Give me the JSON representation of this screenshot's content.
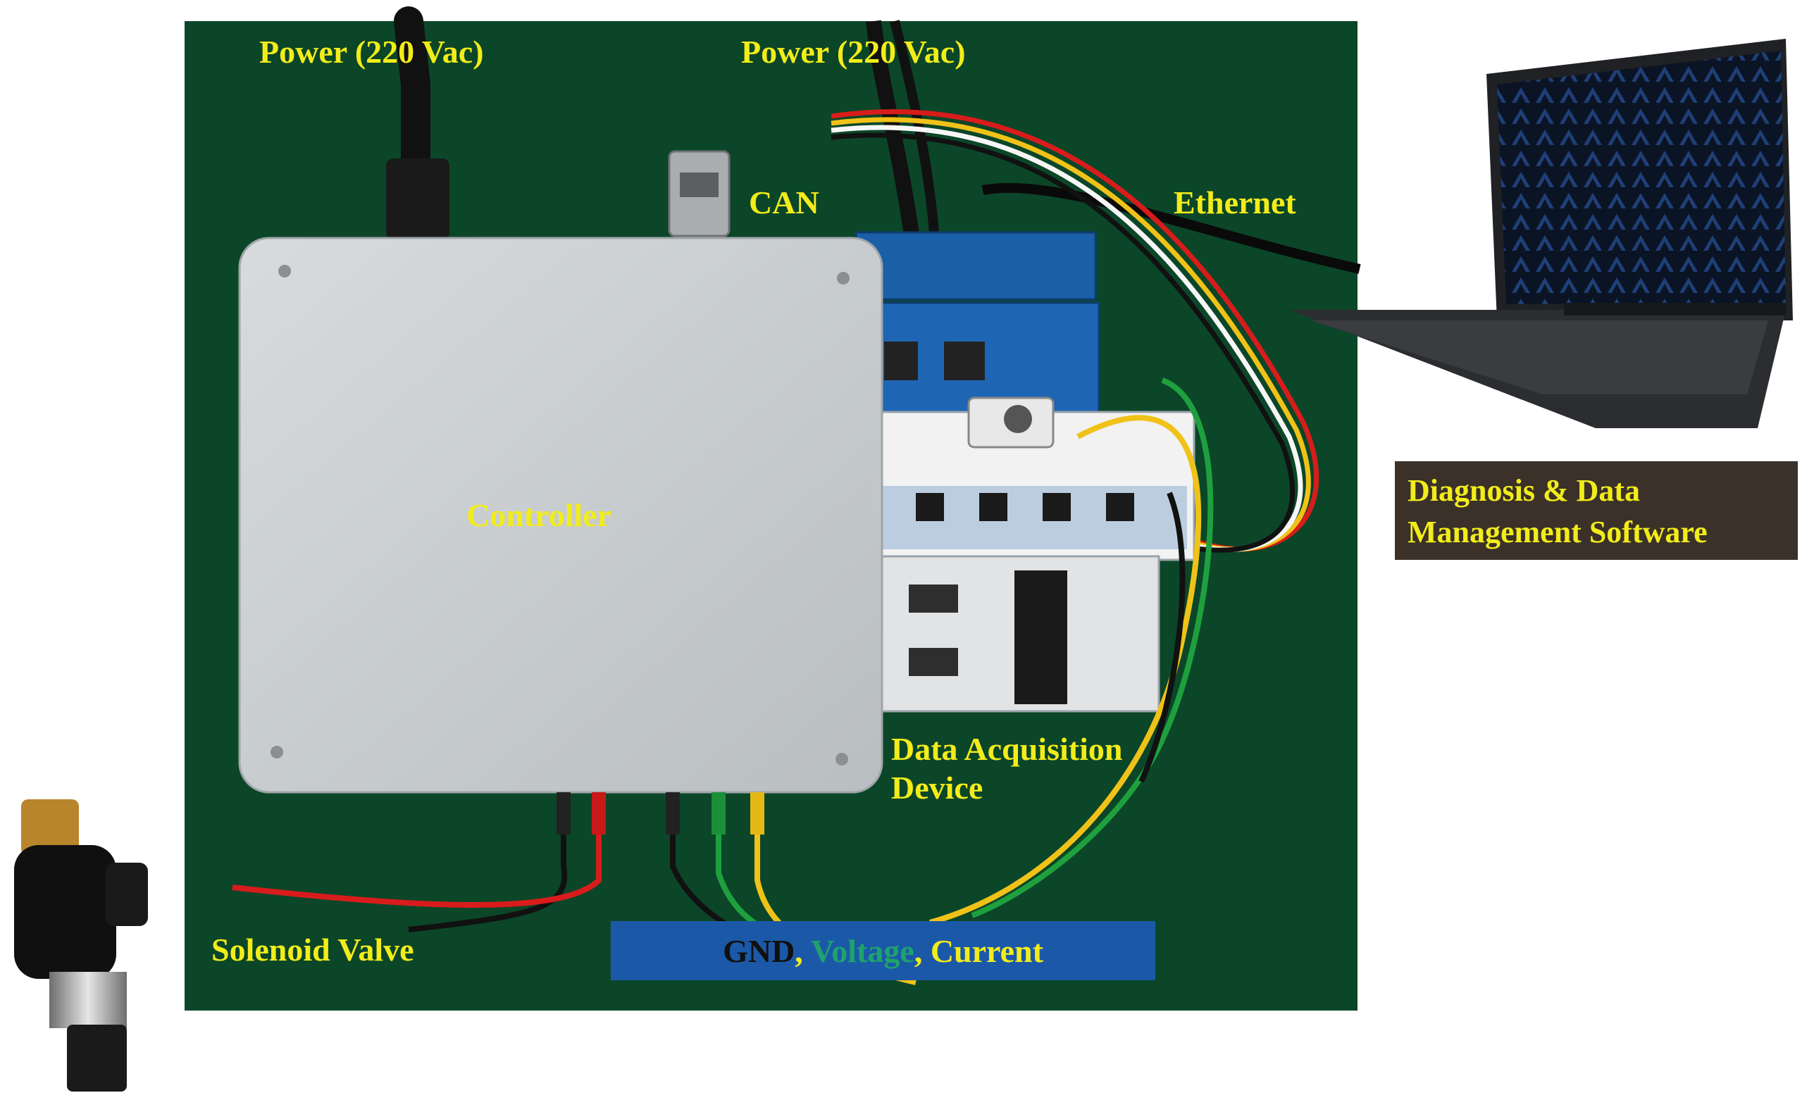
{
  "labels": {
    "power_left": "Power (220 Vac)",
    "power_right": "Power (220 Vac)",
    "can": "CAN",
    "ethernet": "Ethernet",
    "controller": "Controller",
    "data_acquisition": "Data Acquisition Device",
    "solenoid_valve": "Solenoid Valve",
    "diagnosis_software": "Diagnosis & Data Management Software"
  },
  "signal_legend": {
    "gnd": "GND",
    "sep1": ", ",
    "voltage": "Voltage",
    "sep2": ", ",
    "current": "Current"
  },
  "colors": {
    "board_green": "#0d4a2a",
    "label_yellow": "#f2ec1a",
    "legend_blue": "#1b59a8",
    "voltage_green": "#1fa26c",
    "diag_box_bg": "#3b3129"
  }
}
